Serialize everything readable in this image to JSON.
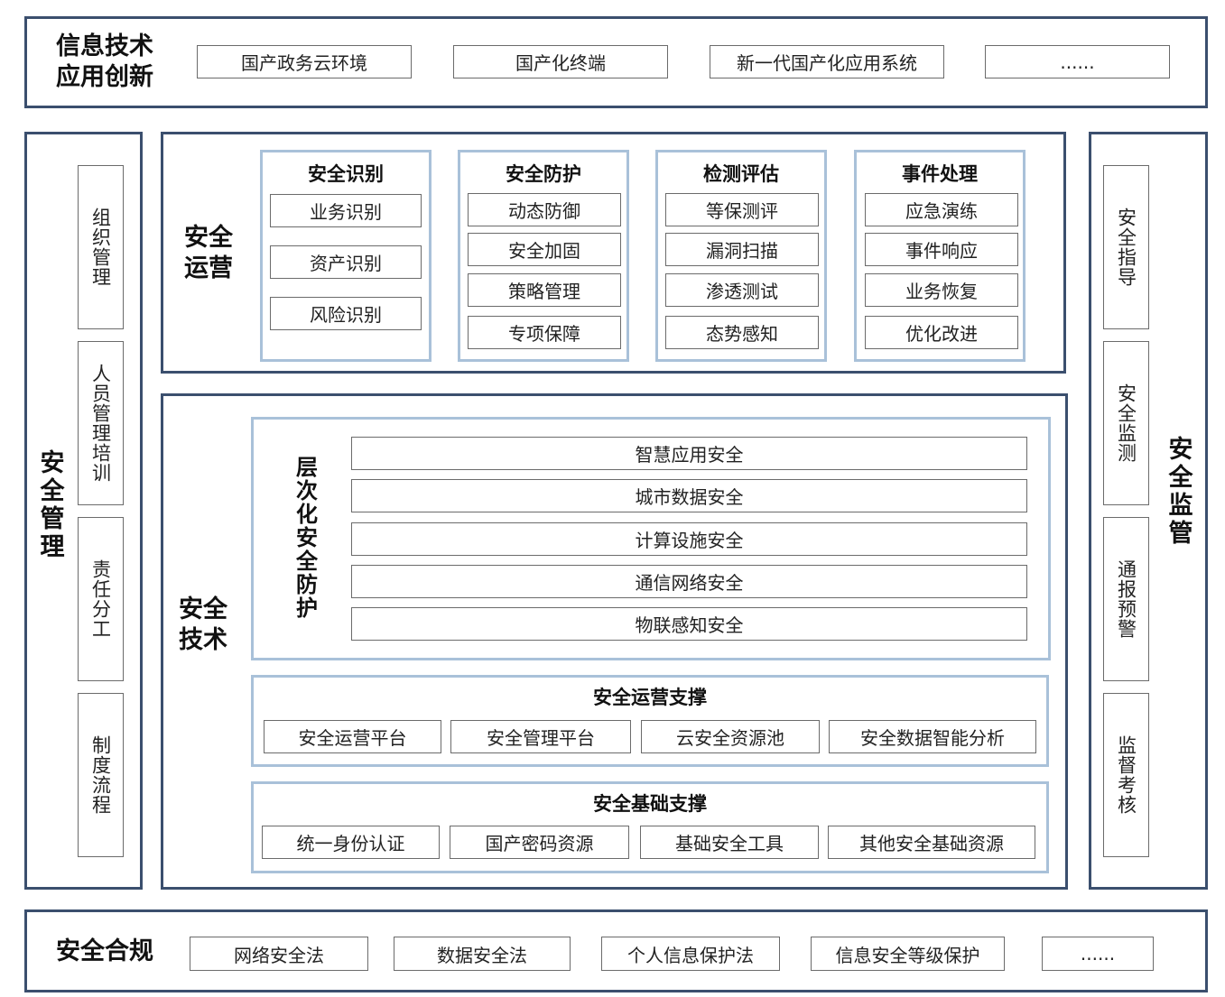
{
  "top_row": {
    "title": "信息技术\n应用创新",
    "items": [
      "国产政务云环境",
      "国产化终端",
      "新一代国产化应用系统",
      "......"
    ]
  },
  "left_column": {
    "title": "安全管理",
    "items": [
      "组织管理",
      "人员管理培训",
      "责任分工",
      "制度流程"
    ]
  },
  "right_column": {
    "title": "安全监管",
    "items": [
      "安全指导",
      "安全监测",
      "通报预警",
      "监督考核"
    ]
  },
  "operations": {
    "title": "安全\n运营",
    "groups": [
      {
        "title": "安全识别",
        "items": [
          "业务识别",
          "资产识别",
          "风险识别"
        ]
      },
      {
        "title": "安全防护",
        "items": [
          "动态防御",
          "安全加固",
          "策略管理",
          "专项保障"
        ]
      },
      {
        "title": "检测评估",
        "items": [
          "等保测评",
          "漏洞扫描",
          "渗透测试",
          "态势感知"
        ]
      },
      {
        "title": "事件处理",
        "items": [
          "应急演练",
          "事件响应",
          "业务恢复",
          "优化改进"
        ]
      }
    ]
  },
  "technology": {
    "title": "安全\n技术",
    "layered": {
      "title": "层次化安全防护",
      "items": [
        "智慧应用安全",
        "城市数据安全",
        "计算设施安全",
        "通信网络安全",
        "物联感知安全"
      ]
    },
    "ops_support": {
      "title": "安全运营支撑",
      "items": [
        "安全运营平台",
        "安全管理平台",
        "云安全资源池",
        "安全数据智能分析"
      ]
    },
    "base_support": {
      "title": "安全基础支撑",
      "items": [
        "统一身份认证",
        "国产密码资源",
        "基础安全工具",
        "其他安全基础资源"
      ]
    }
  },
  "bottom_row": {
    "title": "安全合规",
    "items": [
      "网络安全法",
      "数据安全法",
      "个人信息保护法",
      "信息安全等级保护",
      "......"
    ]
  }
}
